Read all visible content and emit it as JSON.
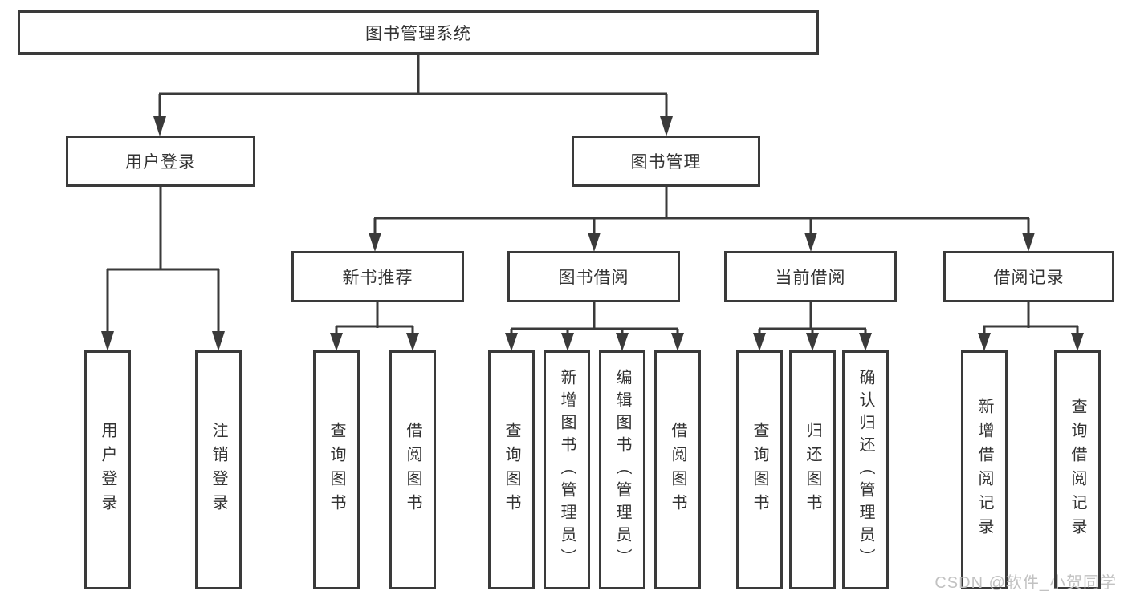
{
  "tree": {
    "root": {
      "label": "图书管理系统"
    },
    "level2": [
      {
        "label": "用户登录",
        "children": [
          {
            "label": "用户登录"
          },
          {
            "label": "注销登录"
          }
        ]
      },
      {
        "label": "图书管理",
        "children": [
          {
            "label": "新书推荐",
            "children": [
              {
                "label": "查询图书"
              },
              {
                "label": "借阅图书"
              }
            ]
          },
          {
            "label": "图书借阅",
            "children": [
              {
                "label": "查询图书"
              },
              {
                "label": "新增图书（管理员）"
              },
              {
                "label": "编辑图书（管理员）"
              },
              {
                "label": "借阅图书"
              }
            ]
          },
          {
            "label": "当前借阅",
            "children": [
              {
                "label": "查询图书"
              },
              {
                "label": "归还图书"
              },
              {
                "label": "确认归还（管理员）"
              }
            ]
          },
          {
            "label": "借阅记录",
            "children": [
              {
                "label": "新增借阅记录"
              },
              {
                "label": "查询借阅记录"
              }
            ]
          }
        ]
      }
    ]
  },
  "watermark": {
    "text": "CSDN @软件_小贺同学"
  },
  "colors": {
    "line": "#3a3a3a",
    "text": "#333333",
    "watermark": "#c2c2c2",
    "background": "#ffffff"
  }
}
